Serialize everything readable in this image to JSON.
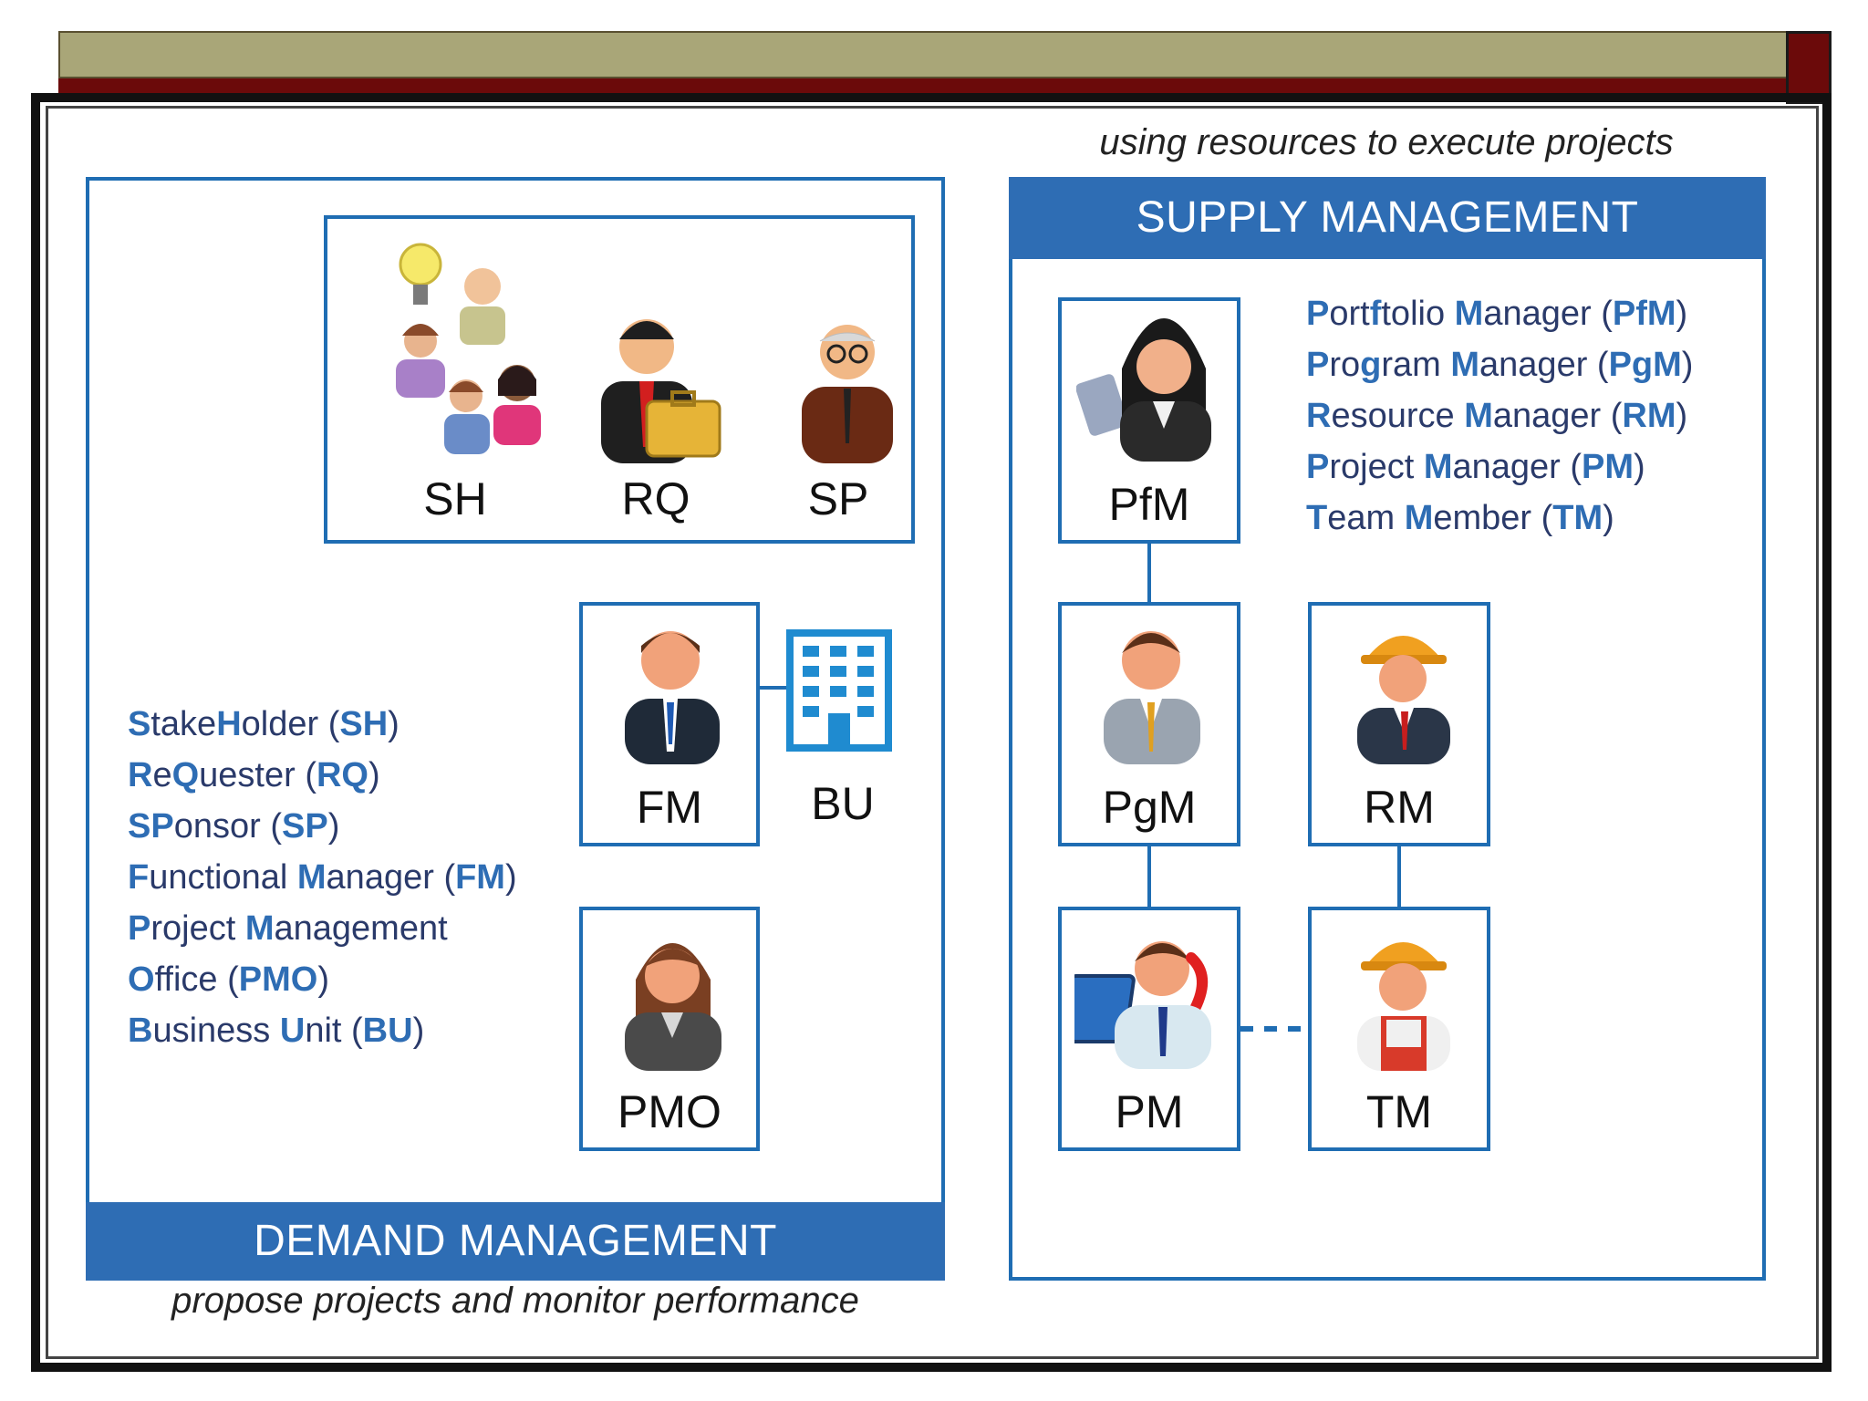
{
  "captions": {
    "supply": "using resources to execute projects",
    "demand": "propose projects and monitor performance"
  },
  "headers": {
    "supply": "SUPPLY MANAGEMENT",
    "demand": "DEMAND MANAGEMENT"
  },
  "demand_roles": {
    "sh": "SH",
    "rq": "RQ",
    "sp": "SP",
    "fm": "FM",
    "bu": "BU",
    "pmo": "PMO"
  },
  "supply_roles": {
    "pfm": "PfM",
    "pgm": "PgM",
    "rm": "RM",
    "pm": "PM",
    "tm": "TM"
  },
  "demand_legend": [
    {
      "parts": [
        {
          "t": "S",
          "h": true
        },
        {
          "t": "take",
          "h": false
        },
        {
          "t": "H",
          "h": true
        },
        {
          "t": "older ",
          "h": false
        },
        {
          "t": "(",
          "h": false
        },
        {
          "t": "SH",
          "a": true
        },
        {
          "t": ")",
          "h": false
        }
      ]
    },
    {
      "parts": [
        {
          "t": "R",
          "h": true
        },
        {
          "t": "e",
          "h": false
        },
        {
          "t": "Q",
          "h": true
        },
        {
          "t": "uester ",
          "h": false
        },
        {
          "t": "(",
          "h": false
        },
        {
          "t": "RQ",
          "a": true
        },
        {
          "t": ")",
          "h": false
        }
      ]
    },
    {
      "parts": [
        {
          "t": "SP",
          "h": true
        },
        {
          "t": "onsor ",
          "h": false
        },
        {
          "t": "(",
          "h": false
        },
        {
          "t": "SP",
          "a": true
        },
        {
          "t": ")",
          "h": false
        }
      ]
    },
    {
      "parts": [
        {
          "t": "F",
          "h": true
        },
        {
          "t": "unctional ",
          "h": false
        },
        {
          "t": "M",
          "h": true
        },
        {
          "t": "anager ",
          "h": false
        },
        {
          "t": "(",
          "h": false
        },
        {
          "t": "FM",
          "a": true
        },
        {
          "t": ")",
          "h": false
        }
      ]
    },
    {
      "parts": [
        {
          "t": "P",
          "h": true
        },
        {
          "t": "roject ",
          "h": false
        },
        {
          "t": "M",
          "h": true
        },
        {
          "t": "anagement",
          "h": false
        }
      ]
    },
    {
      "parts": [
        {
          "t": "O",
          "h": true
        },
        {
          "t": "ffice ",
          "h": false
        },
        {
          "t": "(",
          "h": false
        },
        {
          "t": "PMO",
          "a": true
        },
        {
          "t": ")",
          "h": false
        }
      ]
    },
    {
      "parts": [
        {
          "t": "B",
          "h": true
        },
        {
          "t": "usiness ",
          "h": false
        },
        {
          "t": "U",
          "h": true
        },
        {
          "t": "nit ",
          "h": false
        },
        {
          "t": "(",
          "h": false
        },
        {
          "t": "BU",
          "a": true
        },
        {
          "t": ")",
          "h": false
        }
      ]
    }
  ],
  "supply_legend": [
    {
      "parts": [
        {
          "t": "P",
          "h": true
        },
        {
          "t": "ort",
          "h": false
        },
        {
          "t": "f",
          "h": true
        },
        {
          "t": "tolio ",
          "h": false
        },
        {
          "t": "M",
          "h": true
        },
        {
          "t": "anager ",
          "h": false
        },
        {
          "t": "(",
          "h": false
        },
        {
          "t": "PfM",
          "a": true
        },
        {
          "t": ")",
          "h": false
        }
      ]
    },
    {
      "parts": [
        {
          "t": "P",
          "h": true
        },
        {
          "t": "ro",
          "h": false
        },
        {
          "t": "g",
          "h": true
        },
        {
          "t": "ram ",
          "h": false
        },
        {
          "t": "M",
          "h": true
        },
        {
          "t": "anager ",
          "h": false
        },
        {
          "t": "(",
          "h": false
        },
        {
          "t": "PgM",
          "a": true
        },
        {
          "t": ")",
          "h": false
        }
      ]
    },
    {
      "parts": [
        {
          "t": "R",
          "h": true
        },
        {
          "t": "esource ",
          "h": false
        },
        {
          "t": "M",
          "h": true
        },
        {
          "t": "anager ",
          "h": false
        },
        {
          "t": "(",
          "h": false
        },
        {
          "t": "RM",
          "a": true
        },
        {
          "t": ")",
          "h": false
        }
      ]
    },
    {
      "parts": [
        {
          "t": "P",
          "h": true
        },
        {
          "t": "roject ",
          "h": false
        },
        {
          "t": "M",
          "h": true
        },
        {
          "t": "anager ",
          "h": false
        },
        {
          "t": "(",
          "h": false
        },
        {
          "t": "PM",
          "a": true
        },
        {
          "t": ")",
          "h": false
        }
      ]
    },
    {
      "parts": [
        {
          "t": "T",
          "h": true
        },
        {
          "t": "eam ",
          "h": false
        },
        {
          "t": "M",
          "h": true
        },
        {
          "t": "ember ",
          "h": false
        },
        {
          "t": "(",
          "h": false
        },
        {
          "t": "TM",
          "a": true
        },
        {
          "t": ")",
          "h": false
        }
      ]
    }
  ],
  "colors": {
    "accent": "#2e6db4",
    "border": "#1f6db3",
    "title_bar": "#a9a678",
    "dark_red": "#6b0a0a"
  }
}
